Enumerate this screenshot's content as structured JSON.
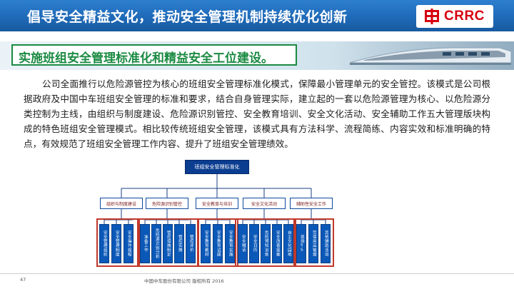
{
  "header": {
    "title": "倡导安全精益文化，推动安全管理机制持续优化创新",
    "brand": "CRRC",
    "colors": {
      "bar": "#1f6ab8",
      "brand_red": "#d7000f"
    }
  },
  "subtitle": {
    "text": "实施班组安全管理标准化和精益安全工位建设。",
    "color": "#1b8a42"
  },
  "body": {
    "paragraph": "公司全面推行以危险源管控为核心的班组安全管理标准化模式，保障最小管理单元的安全管控。该模式是公司根据政府及中国中车班组安全管理的标准和要求，结合自身管理实际，建立起的一套以危险源管理为核心、以危险源分类控制为主线，由组织与制度建设、危险源识别管控、安全教育培训、安全文化活动、安全辅助工作五大管理版块构成的特色班组安全管理模式。相比较传统班组安全管理，该模式具有方法科学、流程简练、内容实效和标准明确的特点，有效规范了班组安全管理工作内容、提升了班组安全管理绩效。"
  },
  "org_chart": {
    "root": "班组安全管理标准化",
    "categories": [
      {
        "label": "组织与制度建设",
        "items": [
          "安全管理组织",
          "安全管理制度",
          "安全操作规程"
        ]
      },
      {
        "label": "危险源识别管控",
        "items": [
          "准备工作",
          "危险源识别分析",
          "管控措施制定",
          "管控实施",
          "管控评价"
        ]
      },
      {
        "label": "安全教育与培训",
        "items": [
          "安全教育教材",
          "安全教育试题",
          "安全教育实施"
        ]
      },
      {
        "label": "安全文化活动",
        "items": [
          "安全喊话",
          "安全日历",
          "危险预知训练",
          "安全改善提案",
          "自主文化园地"
        ]
      },
      {
        "label": "辅助性安全工作",
        "items": [
          "现场5S",
          "劳保用品管理",
          "其他辅助活动"
        ]
      }
    ]
  },
  "footer": {
    "page": "47",
    "copyright": "中国中车股份有限公司 版权所有 2016"
  }
}
